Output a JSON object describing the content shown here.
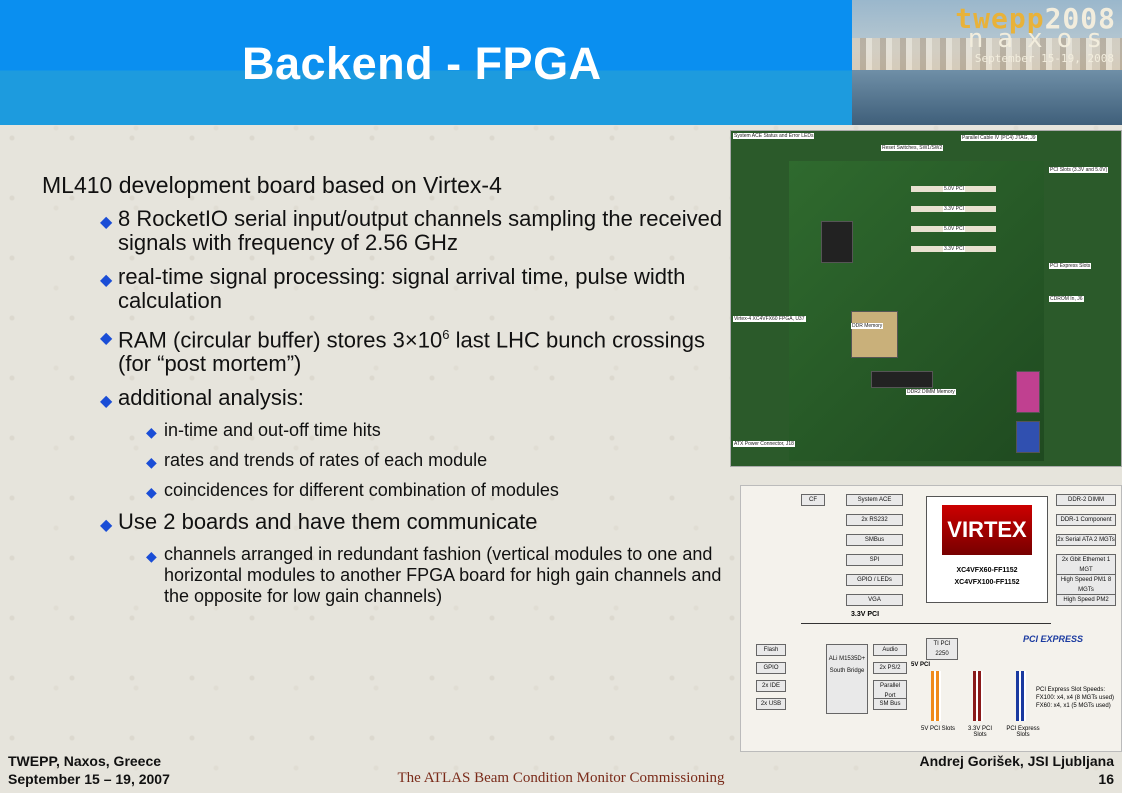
{
  "slide": {
    "title": "Backend - FPGA",
    "logo": {
      "line1a": "twepp",
      "line1b": "2008",
      "line2": "naxos",
      "line3": "September 15-19, 2008"
    }
  },
  "content": {
    "heading": "ML410 development board based on Virtex-4",
    "bullets": [
      "8 RocketIO serial input/output channels sampling the received signals with frequency of 2.56 GHz",
      "real-time signal processing: signal arrival time, pulse width calculation",
      "RAM (circular buffer) stores 3×10",
      "6",
      " last LHC bunch crossings (for “post mortem”)",
      "additional analysis:"
    ],
    "sub_analysis": [
      "in-time and out-off time hits",
      "rates and  trends of rates of each module",
      "coincidences for different combination of modules"
    ],
    "bullet_last": "Use 2 boards and have them communicate",
    "sub_last": "channels arranged in redundant fashion (vertical modules to one and horizontal modules to another FPGA board for high gain channels and the opposite for low gain channels)"
  },
  "diagram": {
    "board_labels": [
      "System ACE Status and Error LEDs",
      "Reset Switches, SW1/SW2",
      "Parallel Cable IV (PC4) JTAG, J9",
      "PCI Slots (3.3V and 5.0V)",
      "PCI Express Slots",
      "Virtex-4 XC4VFX60 FPGA, U37",
      "DDR Memory",
      "DDR2 DIMM Memory",
      "CDROM In, J6",
      "ATX Power Connector, J18"
    ],
    "slot_labels": [
      "5.0V PCI",
      "3.3V PCI",
      "5.0V PCI",
      "3.3V PCI"
    ],
    "chip_label_1": "XC4VFX60-FF1152",
    "chip_label_2": "XC4VFX100-FF1152",
    "virtex": "VIRTEX 4",
    "left_blocks": [
      "System ACE",
      "2x RS232",
      "SMBus",
      "SPI",
      "GPIO / LEDs",
      "VGA"
    ],
    "right_blocks": [
      "DDR-2 DIMM",
      "DDR-1 Component",
      "2x Serial ATA 2 MGTs",
      "2x Gbit Ethernet 1 MGT",
      "High Speed PM1 8 MGTs",
      "High Speed PM2"
    ],
    "cf": "CF",
    "bus_label": "3.3V PCI",
    "south_left": [
      "Flash",
      "GPIO",
      "2x IDE",
      "2x USB"
    ],
    "south_bridge": "ALi M1535D+ South Bridge",
    "south_right": [
      "Audio",
      "2x PS/2",
      "Parallel Port",
      "SM Bus"
    ],
    "ti_bridge": "TI PCI 2250",
    "fivev": "5V PCI",
    "slots": [
      "5V PCI Slots",
      "3.3V PCI Slots",
      "PCI Express Slots"
    ],
    "pcie_logo": "PCI EXPRESS",
    "pcie_note": "PCI Express Slot Speeds: FX100: x4, x4 (8 MGTs used) FX60: x4, x1 (5 MGTs used)"
  },
  "footer": {
    "left_1": "TWEPP, Naxos, Greece",
    "left_2": "September 15 – 19, 2007",
    "center": "The ATLAS Beam Condition Monitor Commissioning",
    "right_1": "Andrej Gorišek, JSI Ljubljana",
    "right_2": "16"
  },
  "colors": {
    "header": "#0a8ff0",
    "bullet": "#1a4dd6",
    "footer_center": "#7a2b1a"
  }
}
